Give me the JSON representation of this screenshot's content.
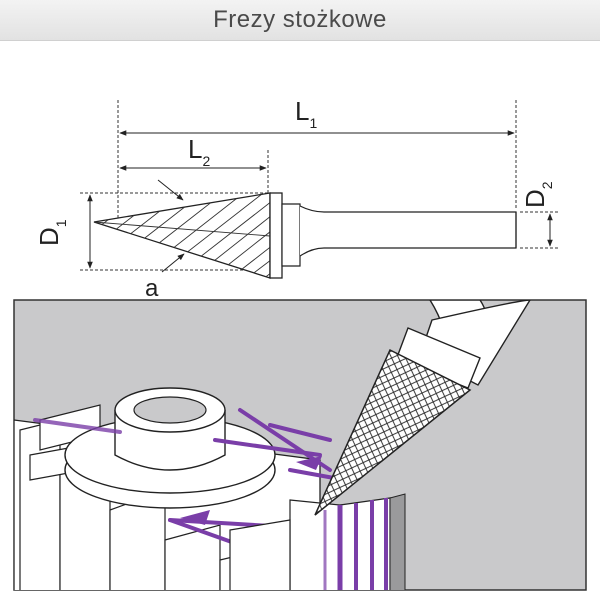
{
  "title": "Frezy stożkowe",
  "labels": {
    "L1": {
      "main": "L",
      "sub": "1"
    },
    "L2": {
      "main": "L",
      "sub": "2"
    },
    "D1": {
      "main": "D",
      "sub": "1"
    },
    "D2": {
      "main": "D",
      "sub": "2"
    },
    "angle": "a"
  },
  "colors": {
    "header_bg": "#e6e6e6",
    "illustration_bg": "#c9c9cb",
    "accent_purple": "#7a3ea8",
    "line": "#2a2a2a"
  }
}
